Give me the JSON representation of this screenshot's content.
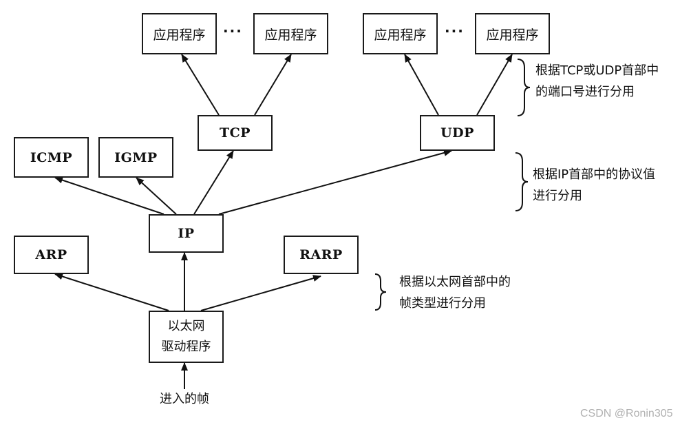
{
  "top_apps": {
    "tcp_app_left": "应用程序",
    "tcp_app_right": "应用程序",
    "udp_app_left": "应用程序",
    "udp_app_right": "应用程序",
    "ellipsis": "···"
  },
  "transport": {
    "tcp": "TCP",
    "udp": "UDP"
  },
  "network": {
    "icmp": "ICMP",
    "igmp": "IGMP",
    "ip": "IP"
  },
  "link": {
    "arp": "ARP",
    "rarp": "RARP",
    "driver_line1": "以太网",
    "driver_line2": "驱动程序"
  },
  "incoming_frame": "进入的帧",
  "notes": {
    "transport_demux": "根据TCP或UDP首部中的端口号进行分用",
    "ip_demux": "根据IP首部中的协议值进行分用",
    "ethernet_demux": "根据以太网首部中的帧类型进行分用"
  },
  "watermark": "CSDN @Ronin305"
}
